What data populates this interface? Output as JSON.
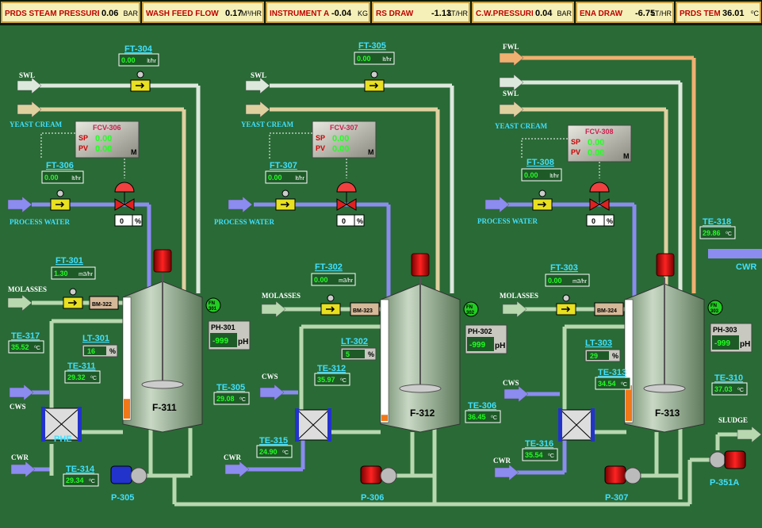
{
  "header": [
    {
      "label": "PRDS STEAM PRESSURE",
      "value": "0.06",
      "unit": "BAR"
    },
    {
      "label": "WASH FEED FLOW",
      "value": "0.17",
      "unit": "M³/HR"
    },
    {
      "label": "INSTRUMENT AIR",
      "value": "-0.04",
      "unit": "KG"
    },
    {
      "label": "RS DRAW",
      "value": "-1.13",
      "unit": "LT/HR"
    },
    {
      "label": "C.W.PRESSURE",
      "value": "0.04",
      "unit": "BAR"
    },
    {
      "label": "ENA DRAW",
      "value": "-6.75",
      "unit": "LT/HR"
    },
    {
      "label": "PRDS TEMP",
      "value": "36.01",
      "unit": "⁰C"
    }
  ],
  "lines": {
    "swl": "SWL",
    "yeast": "YEAST CREAM",
    "process_water": "PROCESS WATER",
    "molasses": "MOLASSES",
    "cws": "CWS",
    "cwr": "CWR",
    "fwl": "FWL",
    "sludge": "SLUDGE",
    "phe": "PHE",
    "cwr_right": "CWR"
  },
  "units": {
    "flow": "lt/hr",
    "m3hr": "m3/hr",
    "pct": "%",
    "sp": "SP",
    "pv": "PV",
    "m": "M",
    "ph": "pH",
    "degc": "⁰C"
  },
  "units_extra": {
    "fn": "FN"
  },
  "sections": [
    {
      "tank": "F-311",
      "pump": "P-305",
      "pump_color": "blue",
      "ft_top": {
        "tag": "FT-304",
        "value": "0.00"
      },
      "fcv": {
        "tag": "FCV-306",
        "sp": "0.00",
        "pv": "0.00"
      },
      "ft_pw": {
        "tag": "FT-306",
        "value": "0.00"
      },
      "valve_pct": "0",
      "ft_mol": {
        "tag": "FT-301",
        "value": "1.30"
      },
      "bm": "BM-322",
      "lt": {
        "tag": "LT-301",
        "value": "16"
      },
      "ph": {
        "tag": "PH-301",
        "value": "-999"
      },
      "fn": "301",
      "te_a": {
        "tag": "TE-317",
        "value": "35.52"
      },
      "te_b": {
        "tag": "TE-311",
        "value": "29.32"
      },
      "te_c": {
        "tag": "TE-305",
        "value": "29.08"
      },
      "te_d": {
        "tag": "TE-314",
        "value": "29.34"
      },
      "level": 0.16
    },
    {
      "tank": "F-312",
      "pump": "P-306",
      "pump_color": "red",
      "ft_top": {
        "tag": "FT-305",
        "value": "0.00"
      },
      "fcv": {
        "tag": "FCV-307",
        "sp": "0.00",
        "pv": "0.00"
      },
      "ft_pw": {
        "tag": "FT-307",
        "value": "0.00"
      },
      "valve_pct": "0",
      "ft_mol": {
        "tag": "FT-302",
        "value": "0.00"
      },
      "bm": "BM-323",
      "lt": {
        "tag": "LT-302",
        "value": "5"
      },
      "ph": {
        "tag": "PH-302",
        "value": "-999"
      },
      "fn": "302",
      "te_a": {
        "tag": "TE-315",
        "value": "24.90"
      },
      "te_b": {
        "tag": "TE-312",
        "value": "35.97"
      },
      "te_c": {
        "tag": "TE-306",
        "value": "36.45"
      },
      "level": 0.05
    },
    {
      "tank": "F-313",
      "pump": "P-307",
      "pump_color": "red",
      "fcv": {
        "tag": "FCV-308",
        "sp": "0.00",
        "pv": "0.00"
      },
      "ft_pw": {
        "tag": "FT-308",
        "value": "0.00"
      },
      "valve_pct": "0",
      "ft_mol": {
        "tag": "FT-303",
        "value": "0.00"
      },
      "bm": "BM-324",
      "lt": {
        "tag": "LT-303",
        "value": "29"
      },
      "ph": {
        "tag": "PH-303",
        "value": "-999"
      },
      "fn": "303",
      "te_a": {
        "tag": "TE-316",
        "value": "35.54"
      },
      "te_b": {
        "tag": "TE-313",
        "value": "34.54"
      },
      "te_c": {
        "tag": "TE-310",
        "value": "37.03"
      },
      "level": 0.29
    }
  ],
  "te318": {
    "tag": "TE-318",
    "value": "29.86"
  },
  "p351a": "P-351A",
  "colors": {
    "bg": "#2a6a36",
    "pipe_green": "#b8d8b0",
    "pipe_blue": "#8b8bf0",
    "pipe_tan": "#e0d0a0",
    "pipe_orange": "#f0b070",
    "level": "#f07818"
  }
}
